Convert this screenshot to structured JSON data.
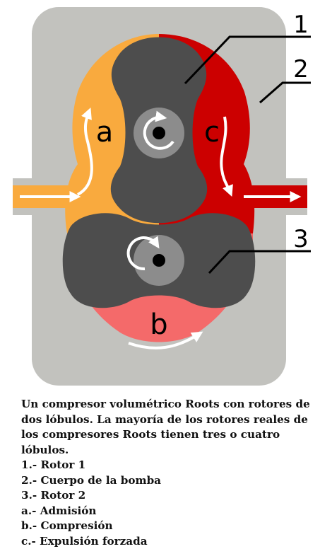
{
  "diagram": {
    "colors": {
      "housing": "#c2c2be",
      "admission": "#f9aa3e",
      "expulsion": "#cc0000",
      "compression": "#f46a6a",
      "rotor": "#4d4d4d",
      "hub": "#8c8c8c",
      "arrow": "#ffffff",
      "leader": "#000000"
    },
    "callouts": [
      "1",
      "2",
      "3"
    ],
    "chamber_labels": [
      "a",
      "b",
      "c"
    ]
  },
  "caption": {
    "text": "Un compresor volumétrico Roots con rotores de dos lóbulos. La mayoría de los rotores reales de los compresores Roots tienen tres o cuatro lóbulos.",
    "legend": [
      "1.- Rotor 1",
      "2.- Cuerpo de la bomba",
      "3.- Rotor 2",
      "a.- Admisión",
      "b.- Compresión",
      "c.- Expulsión forzada"
    ]
  }
}
